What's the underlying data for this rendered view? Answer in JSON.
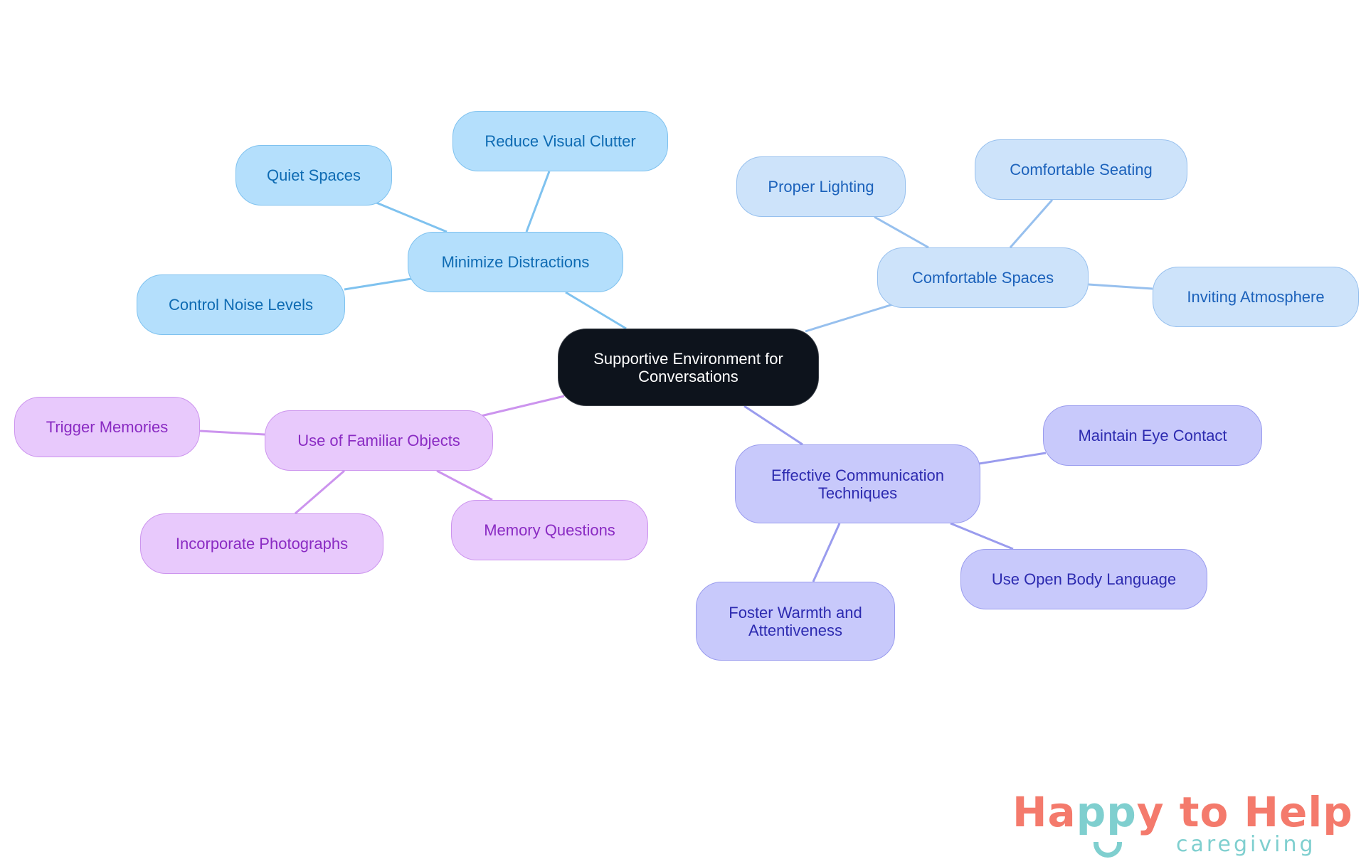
{
  "diagram": {
    "type": "mind-map",
    "root": {
      "label": "Supportive Environment for Conversations"
    },
    "branches": [
      {
        "label": "Minimize Distractions",
        "color": "#b4dffc",
        "children": [
          "Reduce Visual Clutter",
          "Quiet Spaces",
          "Control Noise Levels"
        ]
      },
      {
        "label": "Comfortable Spaces",
        "color": "#cde3fa",
        "children": [
          "Proper Lighting",
          "Comfortable Seating",
          "Inviting Atmosphere"
        ]
      },
      {
        "label": "Effective Communication Techniques",
        "color": "#c8c9fb",
        "children": [
          "Maintain Eye Contact",
          "Use Open Body Language",
          "Foster Warmth and Attentiveness"
        ]
      },
      {
        "label": "Use of Familiar Objects",
        "color": "#e8c9fc",
        "children": [
          "Trigger Memories",
          "Incorporate Photographs",
          "Memory Questions"
        ]
      }
    ]
  },
  "logo": {
    "part1": "Ha",
    "part2": "pp",
    "part3": "y to Help",
    "tagline": "caregiving",
    "colors": {
      "primary": "#f47a6c",
      "secondary": "#7fcfcf"
    }
  },
  "edge_colors": {
    "blue": "#7fc2ef",
    "lblue": "#97c0ee",
    "indigo": "#9a9cee",
    "purple": "#cc94ee"
  }
}
